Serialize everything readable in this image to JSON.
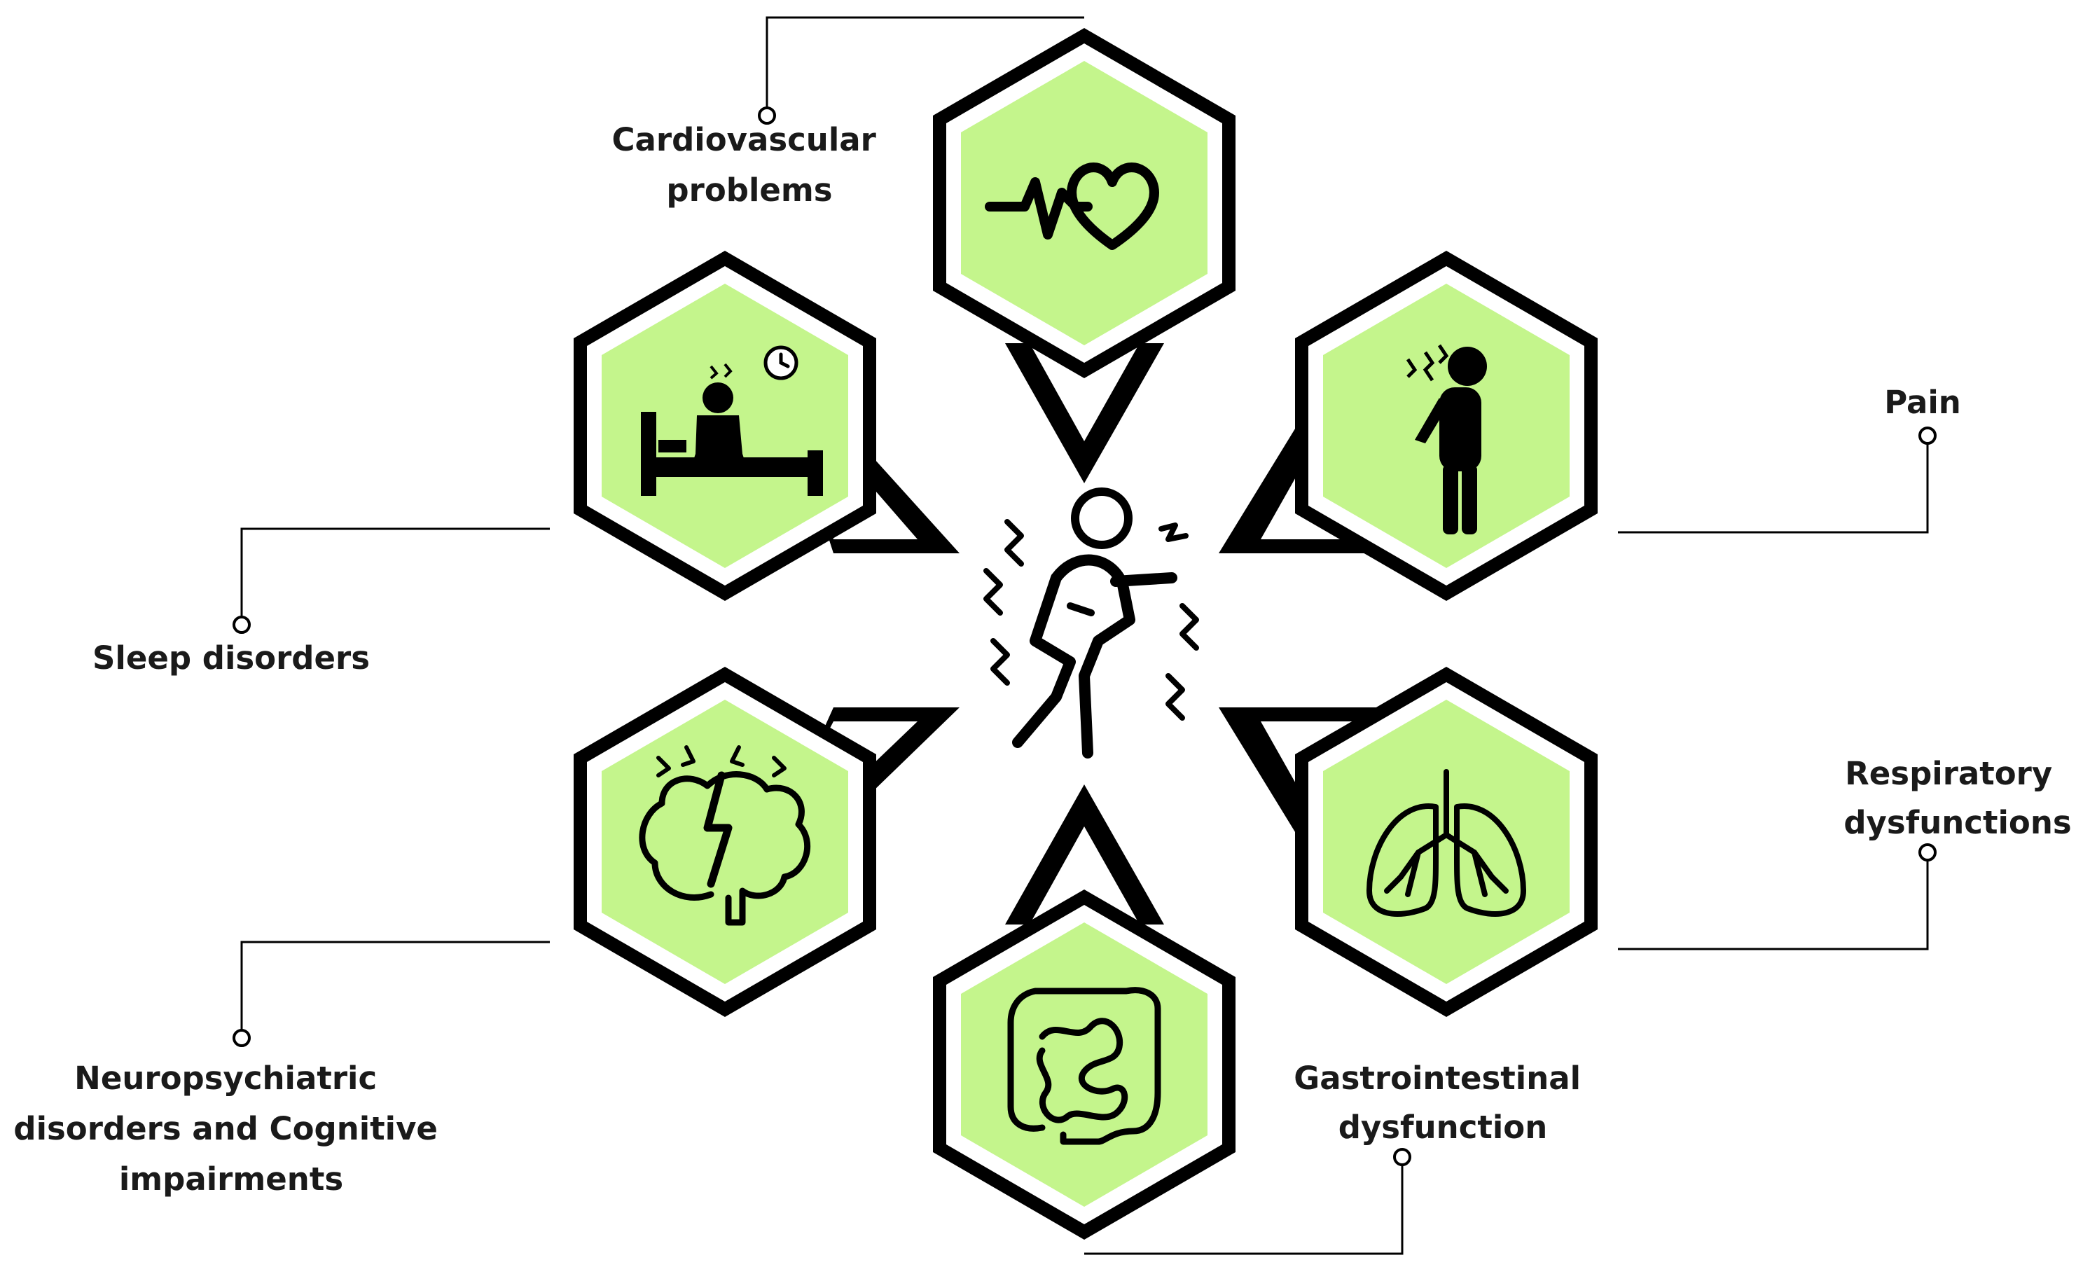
{
  "colors": {
    "hex_fill": "#c4f58c",
    "hex_ring": "#ffffff",
    "hex_border": "#000000",
    "icon": "#000000",
    "connector": "#000000",
    "background": "#ffffff",
    "label_text": "#1a1a1a"
  },
  "center": {
    "icon": "shivering-person-icon"
  },
  "nodes": [
    {
      "id": "cardiovascular",
      "label_lines": [
        "Cardiovascular",
        "problems"
      ],
      "icon": "heartbeat-heart-icon"
    },
    {
      "id": "pain",
      "label_lines": [
        "Pain"
      ],
      "icon": "person-in-pain-icon"
    },
    {
      "id": "respiratory",
      "label_lines": [
        "Respiratory",
        "dysfunctions"
      ],
      "icon": "lungs-icon"
    },
    {
      "id": "gastrointestinal",
      "label_lines": [
        "Gastrointestinal",
        "dysfunction"
      ],
      "icon": "intestines-icon"
    },
    {
      "id": "neuropsychiatric",
      "label_lines": [
        "Neuropsychiatric",
        "disorders and Cognitive",
        "impairments"
      ],
      "icon": "brain-lightning-icon"
    },
    {
      "id": "sleep",
      "label_lines": [
        "Sleep disorders"
      ],
      "icon": "sleepless-in-bed-icon"
    }
  ]
}
